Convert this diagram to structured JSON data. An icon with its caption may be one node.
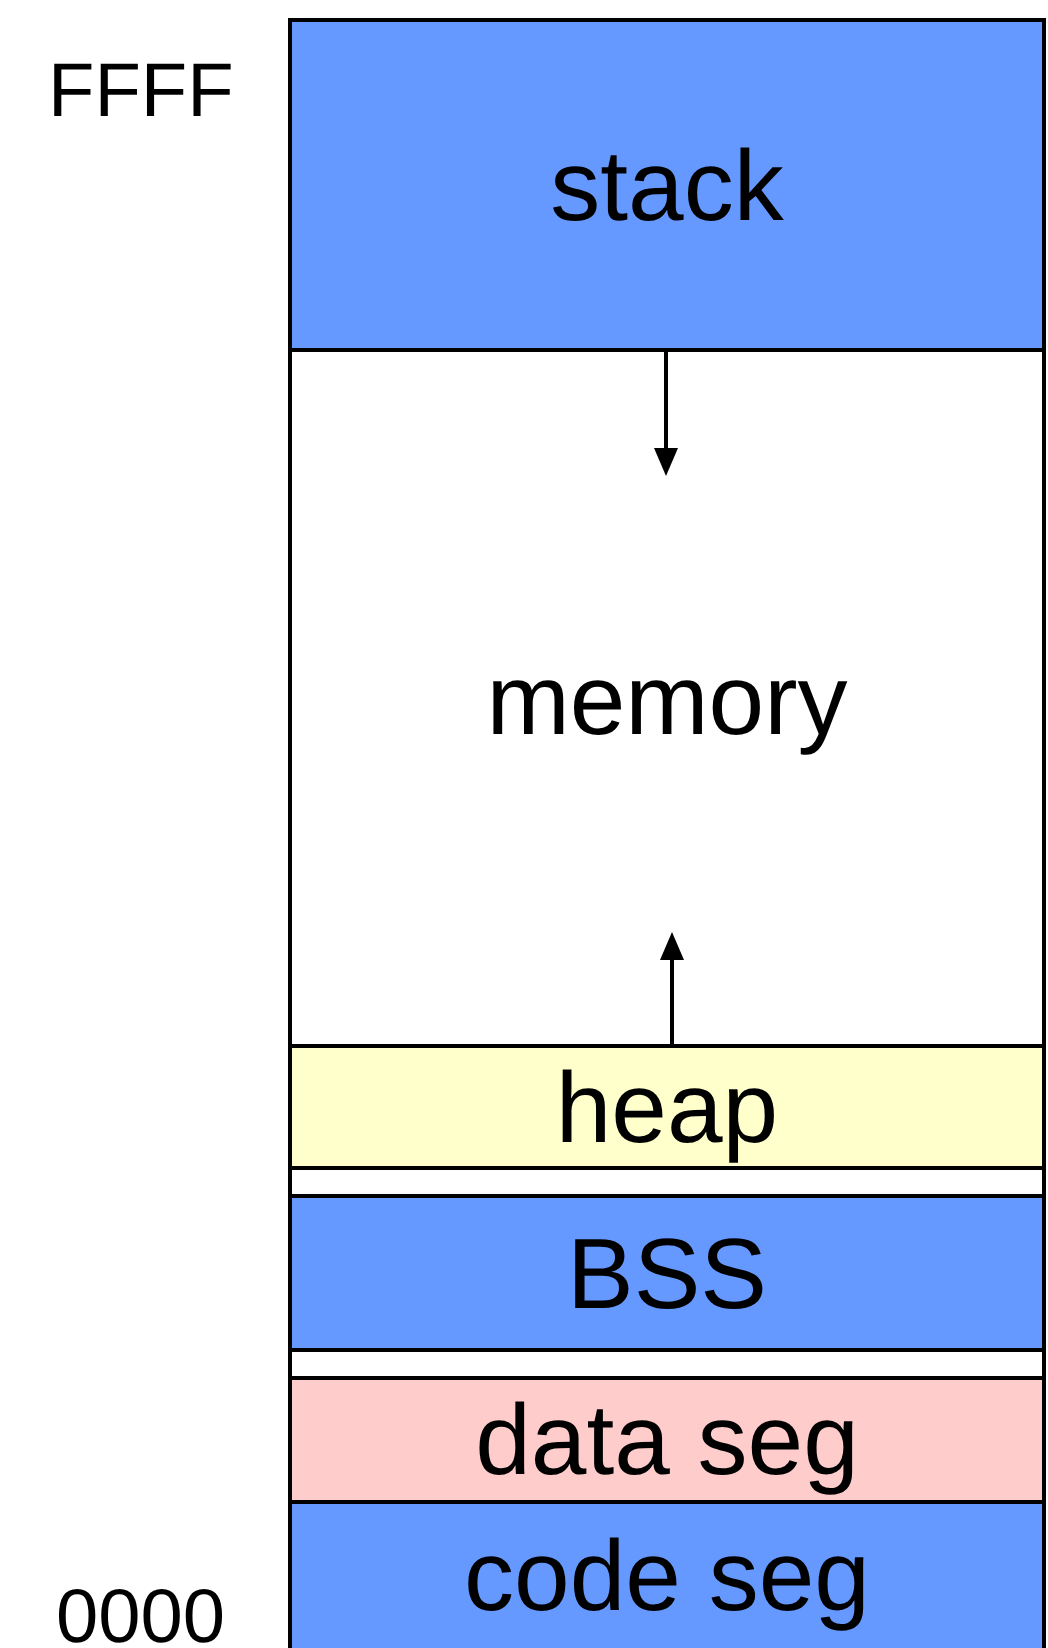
{
  "diagram": {
    "nodes": [
      {
        "text": [
          "stack"
        ],
        "beside": [
          "FFFF"
        ]
      },
      {
        "text": [
          "memory"
        ]
      },
      {
        "text": [
          "heap"
        ]
      },
      {
        "text": [
          "BSS"
        ]
      },
      {
        "text": [
          "data seg"
        ]
      },
      {
        "text": [
          "code seg"
        ],
        "beside": [
          "0000"
        ]
      }
    ],
    "edges": [
      {
        "from": 0,
        "to": 1,
        "arrow": "to"
      },
      {
        "from": 2,
        "to": 1,
        "arrow": "to"
      }
    ]
  }
}
